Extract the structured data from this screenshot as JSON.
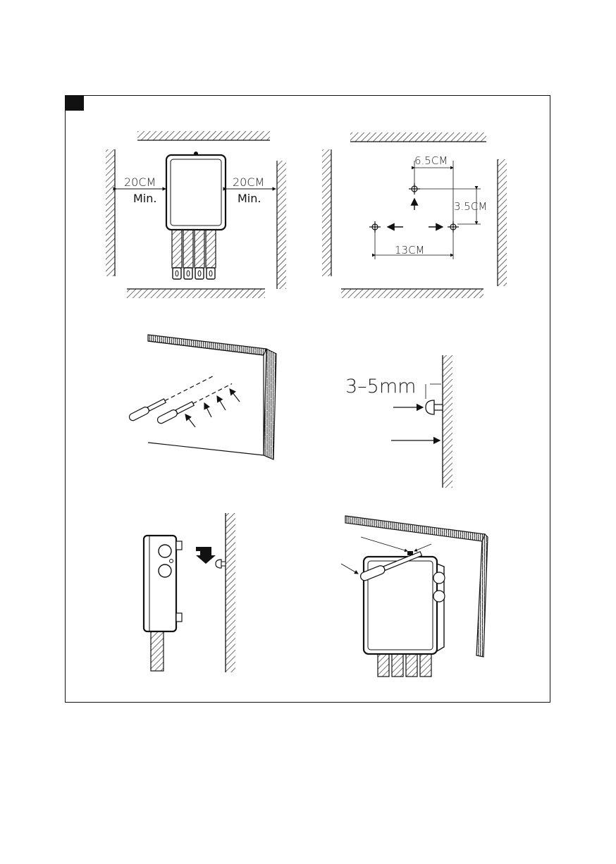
{
  "panel1": {
    "left_distance": "20CM",
    "left_min": "Min.",
    "right_distance": "20CM",
    "right_min": "Min."
  },
  "panel2": {
    "half_spacing": "6.5CM",
    "vertical_offset": "3.5CM",
    "total_spacing": "13CM"
  },
  "panel4": {
    "protrusion": "3–5mm"
  },
  "colors": {
    "line": "#111111",
    "background": "#ffffff"
  }
}
